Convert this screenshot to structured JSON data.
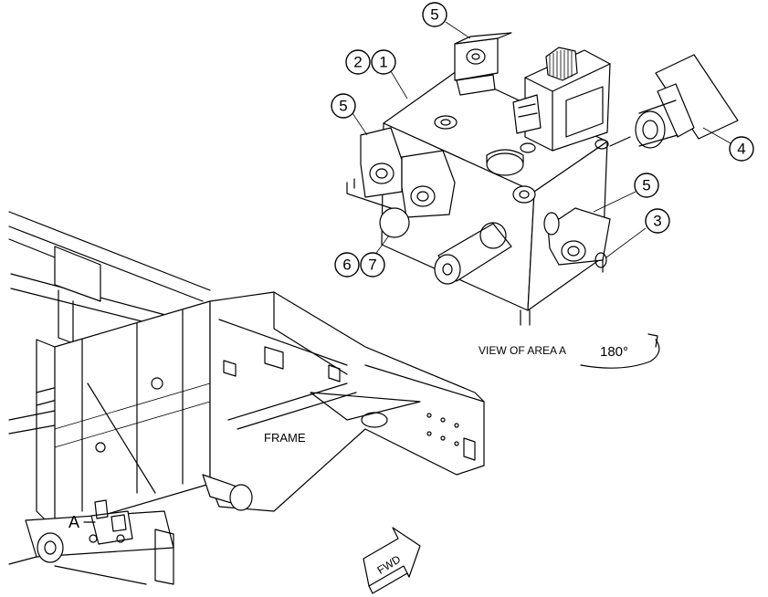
{
  "labels": {
    "view_title": "VIEW OF AREA A",
    "rotation": "180°",
    "frame": "FRAME",
    "detail_marker": "A",
    "direction_arrow": "FWD"
  },
  "callouts": {
    "top_fitting": "5",
    "block_left": "2",
    "block_right": "1",
    "left_fitting": "5",
    "hose_fitting": "4",
    "right_fitting": "5",
    "right_oring": "3",
    "plug_left": "6",
    "plug_right": "7"
  }
}
